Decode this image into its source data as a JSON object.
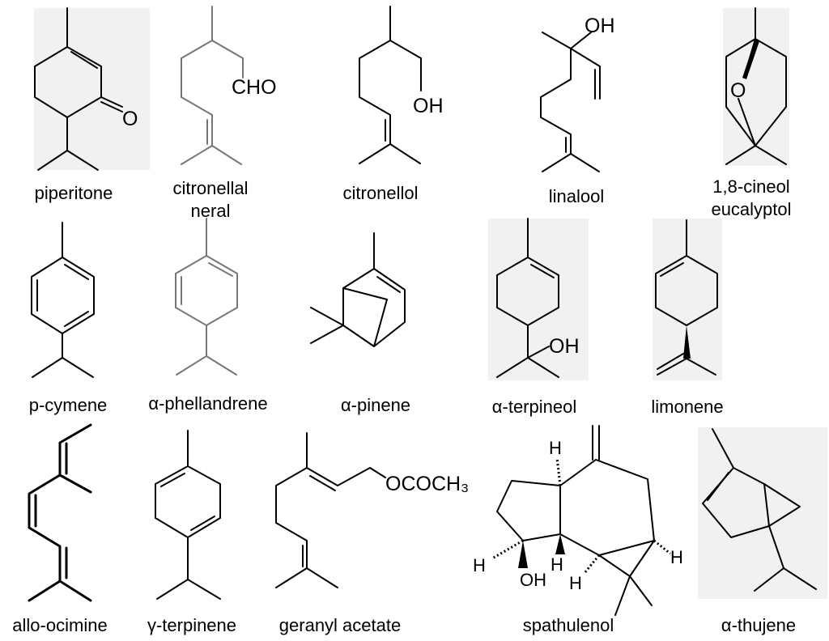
{
  "compounds": [
    {
      "name": "piperitone",
      "atoms": [
        "O"
      ]
    },
    {
      "name": "citronellal",
      "name2": "neral",
      "atoms": [
        "CHO"
      ]
    },
    {
      "name": "citronellol",
      "atoms": [
        "OH"
      ]
    },
    {
      "name": "linalool",
      "atoms": [
        "OH"
      ]
    },
    {
      "name": "1,8-cineol",
      "name2": "eucalyptol",
      "atoms": [
        "O"
      ]
    },
    {
      "name": "p-cymene"
    },
    {
      "name": "α-phellandrene"
    },
    {
      "name": "α-pinene"
    },
    {
      "name": "α-terpineol",
      "atoms": [
        "OH"
      ]
    },
    {
      "name": "limonene"
    },
    {
      "name": "allo-ocimine"
    },
    {
      "name": "γ-terpinene"
    },
    {
      "name": "geranyl acetate",
      "atoms": [
        "OCOCH₃"
      ]
    },
    {
      "name": "spathulenol",
      "atoms": [
        "H",
        "H",
        "H",
        "H",
        "H",
        "OH"
      ]
    },
    {
      "name": "α-thujene"
    }
  ]
}
